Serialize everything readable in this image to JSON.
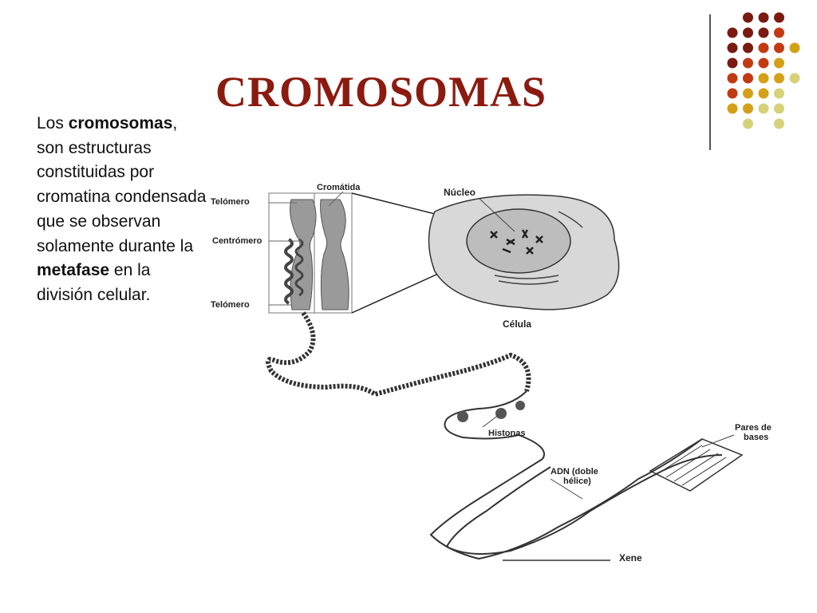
{
  "slide": {
    "title": "CROMOSOMAS",
    "text": {
      "p1": "Los ",
      "b1": "cromosomas",
      "p2": ", son estructuras constituidas por cromatina condensada que se observan solamente durante la ",
      "b2": "metafase",
      "p3": " en la división celular."
    }
  },
  "diagram": {
    "labels": {
      "telomere_top": "Telómero",
      "chromatid": "Cromátida",
      "centromere": "Centrómero",
      "telomere_bottom": "Telómero",
      "nucleus": "Núcleo",
      "cell": "Célula",
      "histones": "Histonas",
      "base_pairs_1": "Pares de",
      "base_pairs_2": "bases",
      "dna_1": "ADN (doble",
      "dna_2": "hélice)",
      "gene": "Xene"
    }
  },
  "theme": {
    "title_color": "#8b1a10",
    "dot_colors": [
      "#7a1a10",
      "#c23a12",
      "#d4a017",
      "#d6d27a"
    ]
  }
}
